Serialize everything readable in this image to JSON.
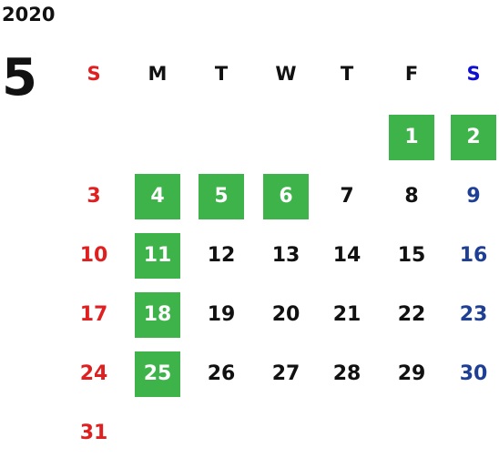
{
  "calendar": {
    "year": "2020",
    "month": "5",
    "weekdays": [
      "S",
      "M",
      "T",
      "W",
      "T",
      "F",
      "S"
    ],
    "weekday_colors": [
      "#e02020",
      "#111111",
      "#111111",
      "#111111",
      "#111111",
      "#111111",
      "#1010d0"
    ],
    "highlight_color": "#3db34a",
    "weeks": [
      [
        "",
        "",
        "",
        "",
        "",
        "1",
        "2"
      ],
      [
        "3",
        "4",
        "5",
        "6",
        "7",
        "8",
        "9"
      ],
      [
        "10",
        "11",
        "12",
        "13",
        "14",
        "15",
        "16"
      ],
      [
        "17",
        "18",
        "19",
        "20",
        "21",
        "22",
        "23"
      ],
      [
        "24",
        "25",
        "26",
        "27",
        "28",
        "29",
        "30"
      ],
      [
        "31",
        "",
        "",
        "",
        "",
        "",
        ""
      ]
    ],
    "highlighted_days": [
      "1",
      "2",
      "4",
      "5",
      "6",
      "11",
      "18",
      "25"
    ]
  }
}
